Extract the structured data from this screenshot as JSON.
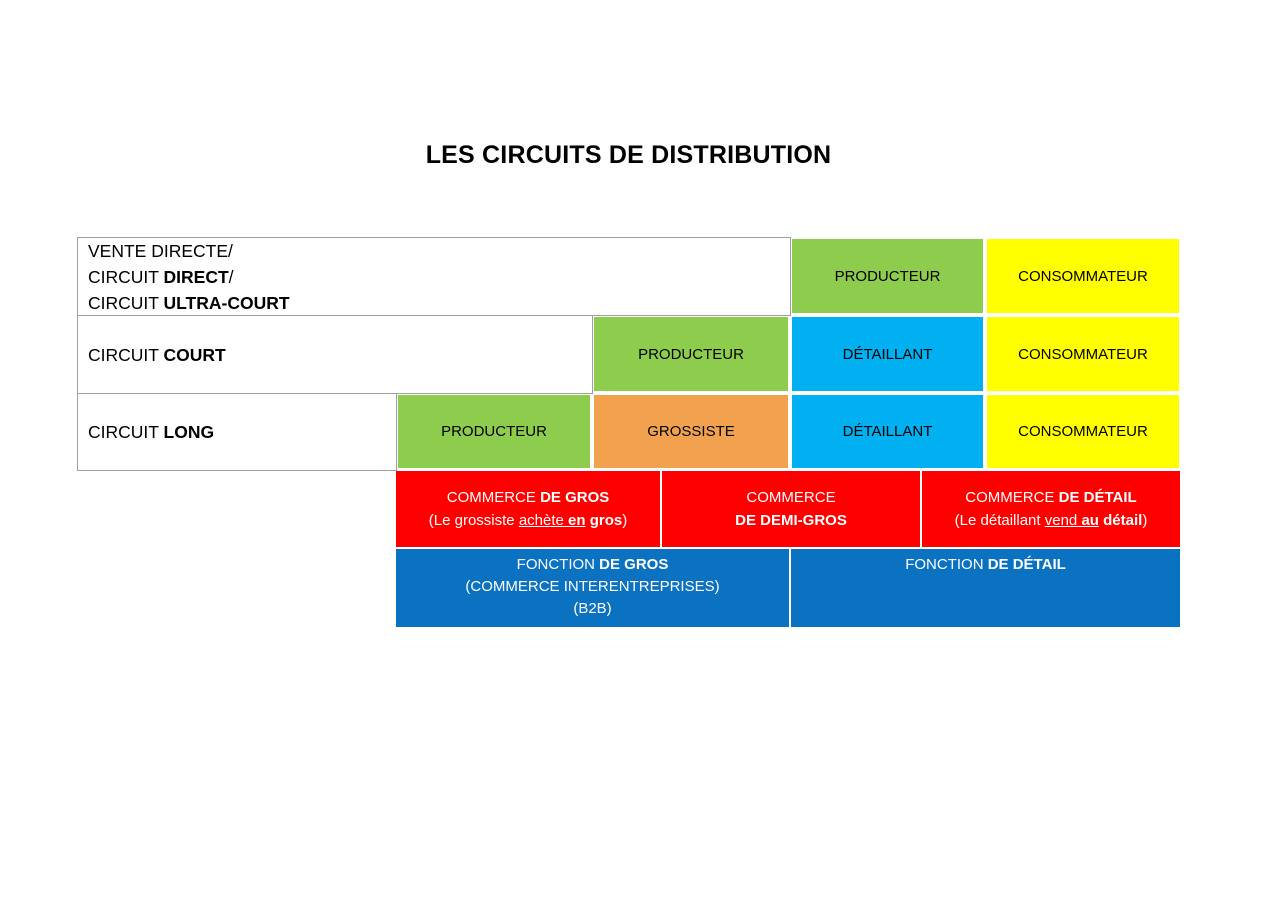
{
  "title": "LES CIRCUITS DE DISTRIBUTION",
  "colors": {
    "green": "#8DCC4C",
    "yellow": "#FFFF00",
    "lightblue": "#00B0F0",
    "orange": "#F2A14F",
    "red": "#FF0000",
    "darkblue": "#0A72C0",
    "border_gray": "#A0A0A0"
  },
  "row_direct": {
    "line1": "VENTE DIRECTE/",
    "line2_pre": "CIRCUIT ",
    "line2_bold": "DIRECT",
    "line2_post": "/",
    "line3_pre": "CIRCUIT ",
    "line3_bold": "ULTRA-COURT",
    "producteur": "PRODUCTEUR",
    "consommateur": "CONSOMMATEUR"
  },
  "row_court": {
    "label_pre": "CIRCUIT ",
    "label_bold": "COURT",
    "producteur": "PRODUCTEUR",
    "detaillant": "DÉTAILLANT",
    "consommateur": "CONSOMMATEUR"
  },
  "row_long": {
    "label_pre": "CIRCUIT ",
    "label_bold": "LONG",
    "producteur": "PRODUCTEUR",
    "grossiste": "GROSSISTE",
    "detaillant": "DÉTAILLANT",
    "consommateur": "CONSOMMATEUR"
  },
  "commerce": {
    "gros": {
      "l1_pre": "COMMERCE ",
      "l1_bold": "DE GROS",
      "l2_pre": "(Le grossiste ",
      "l2_underline": "achète ",
      "l2_bold_underline": "en",
      "l2_bold": " gros",
      "l2_post": ")"
    },
    "demi_gros": {
      "l1": "COMMERCE",
      "l2_bold": "DE DEMI-GROS"
    },
    "detail": {
      "l1_pre": "COMMERCE ",
      "l1_bold": "DE DÉTAIL",
      "l2_pre": "(Le détaillant ",
      "l2_underline": "vend ",
      "l2_bold_underline": "au",
      "l2_bold": " détail",
      "l2_post": ")"
    }
  },
  "fonction": {
    "gros": {
      "l1_pre": "FONCTION ",
      "l1_bold": "DE GROS",
      "l2": "(COMMERCE INTERENTREPRISES)",
      "l3": "(B2B)"
    },
    "detail": {
      "l1_pre": "FONCTION ",
      "l1_bold": "DE DÉTAIL"
    }
  }
}
